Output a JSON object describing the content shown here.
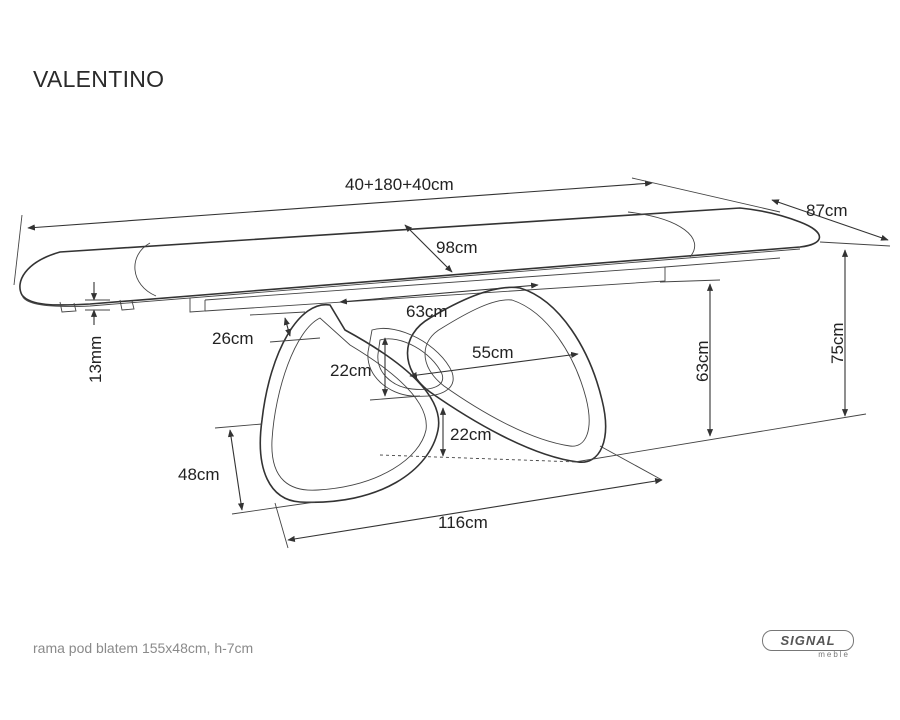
{
  "title": "VALENTINO",
  "footnote": "rama pod blatem 155x48cm, h-7cm",
  "logo": {
    "word": "SIGNAL",
    "sub": "meble"
  },
  "dimensions": {
    "length": "40+180+40cm",
    "depth": "87cm",
    "middle_width": "98cm",
    "base_width": "63cm",
    "top_gap": "26cm",
    "thickness": "13mm",
    "inner_width": "55cm",
    "inner_height": "22cm",
    "base_height": "63cm",
    "total_height": "75cm",
    "foot_height": "22cm",
    "foot_depth": "48cm",
    "base_length": "116cm"
  },
  "colors": {
    "line": "#333333",
    "fill": "#ffffff",
    "text": "#222222"
  }
}
